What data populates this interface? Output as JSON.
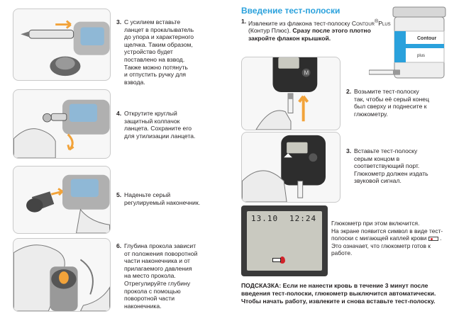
{
  "left_steps": [
    {
      "num": "3.",
      "text": "С усилием вставьте\nланцет в прокалыватель\nдо упора и характерного\nщелчка. Таким образом,\nустройство будет\nпоставлено на взвод.\nТакже можно потянуть\nи отпустить ручку для\nвзвода."
    },
    {
      "num": "4.",
      "text": "Открутите круглый\nзащитный колпачок\nланцета. Сохраните его\nдля утилизации ланцета."
    },
    {
      "num": "5.",
      "text": "Наденьте серый\nрегулируемый наконечник."
    },
    {
      "num": "6.",
      "text": "Глубина прокола зависит\nот положения поворотной\nчасти наконечника и от\nприлагаемого давления\nна место прокола.\nОтрегулируйте глубину\nпрокола с помощью\nповоротной части\nнаконечника."
    }
  ],
  "section": {
    "title": "Введение тест-полоски",
    "intro_num": "1.",
    "intro_text_a": "Извлеките из флакона тест-полоску",
    "intro_brand": "Contour",
    "intro_brand_sup": "®",
    "intro_brand_b": "Plus",
    "intro_brand_ru": "(Контур Плюс).",
    "intro_bold": "Сразу после этого плотно закройте флакон крышкой."
  },
  "right_steps": [
    {
      "num": "2.",
      "text": "Возьмите тест-полоску\nтак, чтобы её серый конец\nбыл сверху и поднесите к\nглюкометру."
    },
    {
      "num": "3.",
      "text": "Вставьте тест-полоску\nсерым концом в\nсоответствующий порт.\nГлюкометр должен издать\nзвуковой сигнал."
    }
  ],
  "vial": {
    "brand_line1": "Contour",
    "brand_line2": "plus",
    "label": "Contour Plus"
  },
  "display": {
    "date": "13.10",
    "time": "12:24"
  },
  "note": {
    "text_a": "Глюкометр при этом включится.\nНа экране появится символ в виде тест-полоски с мигающей каплей крови",
    "text_b": ". Это означает, что глюкометр готов к работе."
  },
  "hint": {
    "label": "ПОДСКАЗКА:",
    "text": "Если не нанести кровь в течение 3 минут после введения тест-полоски, глюкометр выключится автоматически. Чтобы начать работу, извлеките и снова вставьте тест-полоску."
  },
  "colors": {
    "accent": "#2aa1dc",
    "red": "#d1232a",
    "orange": "#f2a33a",
    "lcd": "#c9c9c0"
  }
}
